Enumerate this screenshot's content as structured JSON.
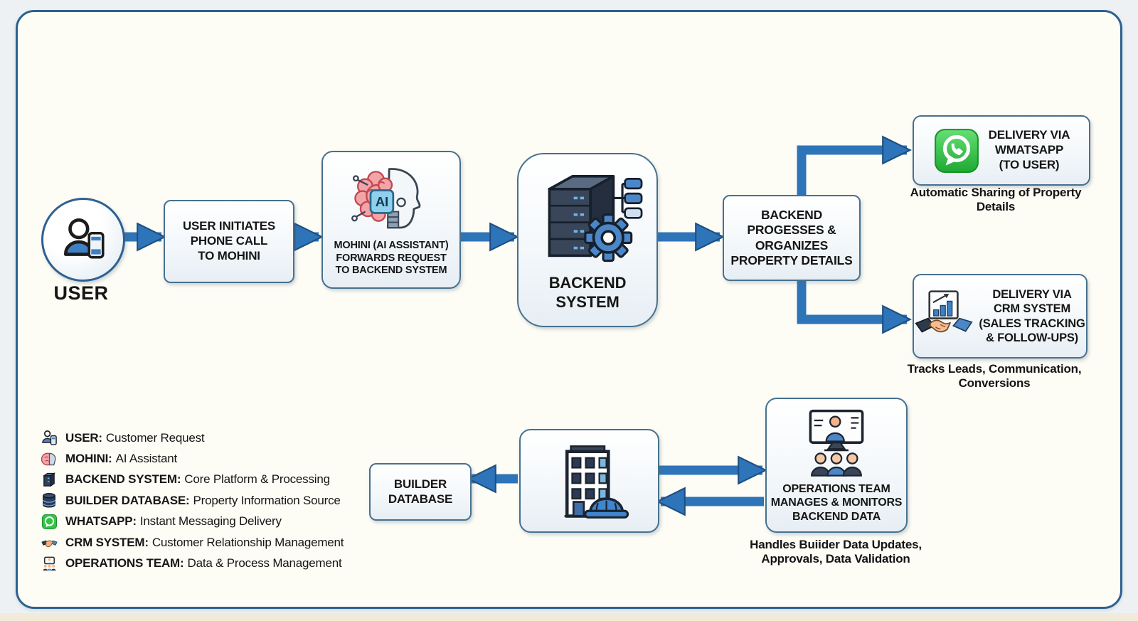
{
  "nodes": {
    "user": {
      "label": "USER"
    },
    "call": {
      "lines": [
        "USER INITIATES",
        "PHONE CALL",
        "TO MOHINI"
      ]
    },
    "mohini": {
      "ai_badge": "AI",
      "lines": [
        "MOHINI (AI ASSISTANT)",
        "FORWARDS REQUEST",
        "TO BACKEND SYSTEM"
      ]
    },
    "backend": {
      "lines": [
        "BACKEND",
        "SYSTEM"
      ]
    },
    "processes": {
      "lines": [
        "BACKEND",
        "PROGESSES &",
        "ORGANIZES",
        "PROPERTY DETAILS"
      ]
    },
    "whatsapp_delivery": {
      "lines": [
        "DELIVERY VIA",
        "WMATSAPP",
        "(TO USER)"
      ],
      "caption_lines": [
        "Automatic Sharing of",
        "Property Details"
      ]
    },
    "crm_delivery": {
      "lines": [
        "DELIVERY VIA",
        "CRM SYSTEM",
        "(SALES TRACKING",
        "& FOLLOW-UPS)"
      ],
      "caption_lines": [
        "Tracks Leads, Communication,",
        "Conversions"
      ]
    },
    "builder_database": {
      "lines": [
        "BUILDER",
        "DATABASE"
      ]
    },
    "operations": {
      "lines": [
        "OPERATIONS TEAM",
        "MANAGES & MONITORS",
        "BACKEND DATA"
      ],
      "caption_lines": [
        "Handles Buiider Data Updates,",
        "Approvals, Data Validation"
      ]
    }
  },
  "legend": {
    "items": [
      {
        "icon": "user-phone-icon",
        "term": "USER:",
        "desc": "Customer Request"
      },
      {
        "icon": "ai-brain-icon",
        "term": "MOHINI:",
        "desc": "AI Assistant"
      },
      {
        "icon": "server-icon",
        "term": "BACKEND SYSTEM:",
        "desc": "Core Platform & Processing"
      },
      {
        "icon": "database-icon",
        "term": "BUILDER DATABASE:",
        "desc": "Property Information Source"
      },
      {
        "icon": "whatsapp-icon",
        "term": "WHATSAPP:",
        "desc": "Instant Messaging Delivery"
      },
      {
        "icon": "handshake-icon",
        "term": "CRM SYSTEM:",
        "desc": "Customer Relationship Management"
      },
      {
        "icon": "team-icon",
        "term": "OPERATIONS TEAM:",
        "desc": "Data & Process Management"
      }
    ]
  },
  "colors": {
    "arrow_blue": "#2e74b8",
    "arrow_outline": "#1d4e80",
    "panel_border": "#2d6191",
    "box_border": "#46718f",
    "whatsapp_green": "#2fb53d",
    "panel_background": "#fdfcf5",
    "outer_background": "#edf1f3"
  }
}
